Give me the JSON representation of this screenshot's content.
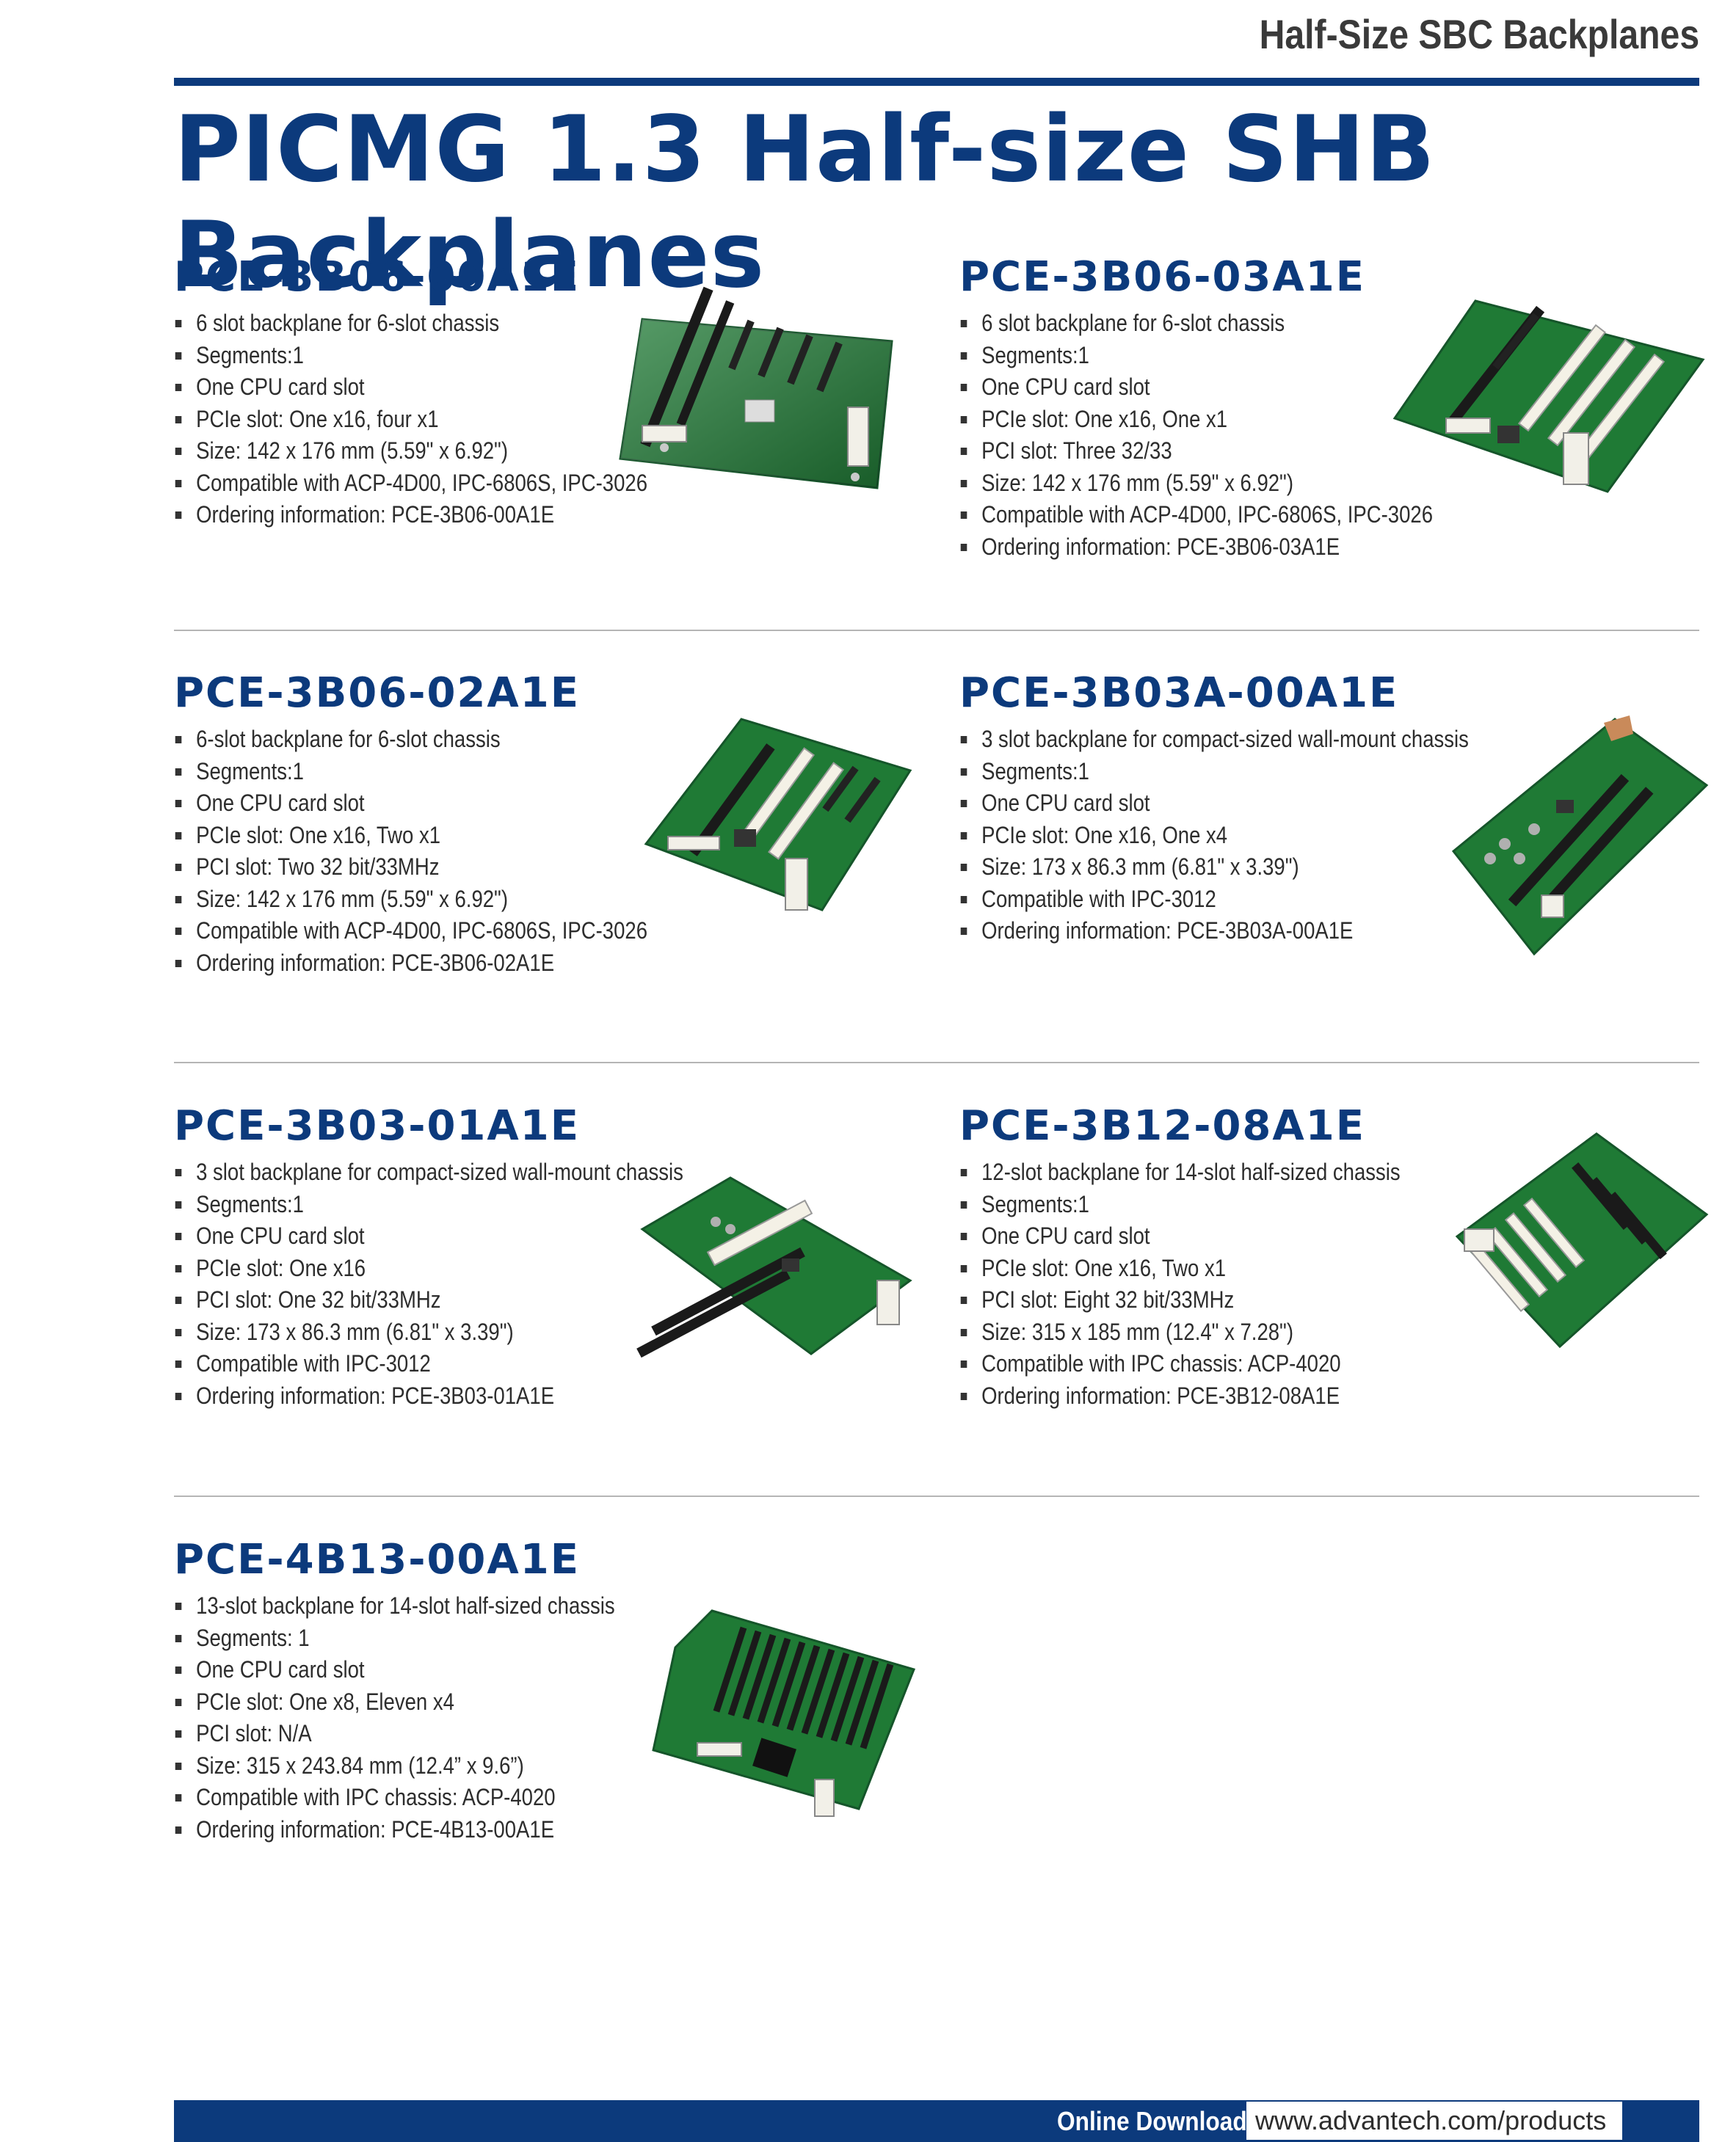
{
  "section_header": "Half-Size SBC Backplanes",
  "page_title": "PICMG 1.3 Half-size SHB Backplanes",
  "products": [
    {
      "name": "PCE-3B06-00A1E",
      "bullets": [
        "6 slot backplane for 6-slot chassis",
        "Segments:1",
        "One CPU card slot",
        "PCIe slot: One x16, four x1",
        "Size: 142 x 176 mm (5.59\" x 6.92\")",
        "Compatible with ACP-4D00, IPC-6806S, IPC-3026",
        "Ordering information: PCE-3B06-00A1E"
      ]
    },
    {
      "name": "PCE-3B06-03A1E",
      "bullets": [
        "6 slot backplane for 6-slot chassis",
        "Segments:1",
        "One CPU card slot",
        "PCIe slot: One x16, One x1",
        "PCI slot: Three 32/33",
        "Size: 142 x 176 mm (5.59\" x 6.92\")",
        "Compatible with ACP-4D00, IPC-6806S, IPC-3026",
        "Ordering information: PCE-3B06-03A1E"
      ]
    },
    {
      "name": "PCE-3B06-02A1E",
      "bullets": [
        "6-slot backplane for 6-slot chassis",
        "Segments:1",
        "One CPU card slot",
        "PCIe slot: One x16, Two x1",
        "PCI slot: Two 32 bit/33MHz",
        "Size: 142 x 176 mm (5.59\" x 6.92\")",
        "Compatible with ACP-4D00, IPC-6806S, IPC-3026",
        "Ordering information: PCE-3B06-02A1E"
      ]
    },
    {
      "name": "PCE-3B03A-00A1E",
      "bullets": [
        "3 slot backplane for compact-sized wall-mount chassis",
        "Segments:1",
        "One CPU card slot",
        "PCIe slot: One x16, One x4",
        "Size: 173 x 86.3 mm (6.81\" x 3.39\")",
        "Compatible with IPC-3012",
        "Ordering information: PCE-3B03A-00A1E"
      ]
    },
    {
      "name": "PCE-3B03-01A1E",
      "bullets": [
        "3 slot backplane for compact-sized wall-mount chassis",
        "Segments:1",
        "One CPU card slot",
        "PCIe slot: One x16",
        "PCI slot: One 32 bit/33MHz",
        "Size: 173 x 86.3 mm (6.81\" x 3.39\")",
        "Compatible with IPC-3012",
        "Ordering information: PCE-3B03-01A1E"
      ]
    },
    {
      "name": "PCE-3B12-08A1E",
      "bullets": [
        "12-slot backplane for 14-slot half-sized chassis",
        "Segments:1",
        "One CPU card slot",
        "PCIe slot: One x16, Two x1",
        "PCI slot: Eight 32 bit/33MHz",
        "Size: 315 x 185 mm (12.4\" x 7.28\")",
        "Compatible with IPC chassis: ACP-4020",
        "Ordering information: PCE-3B12-08A1E"
      ]
    },
    {
      "name": "PCE-4B13-00A1E",
      "bullets": [
        "13-slot backplane for 14-slot half-sized chassis",
        "Segments: 1",
        "One CPU card slot",
        "PCIe slot: One x8, Eleven x4",
        "PCI slot: N/A",
        "Size: 315 x 243.84 mm (12.4” x 9.6”)",
        "Compatible with IPC chassis: ACP-4020",
        "Ordering information: PCE-4B13-00A1E"
      ]
    }
  ],
  "footer": {
    "label": "Online Download",
    "url": "www.advantech.com/products"
  },
  "colors": {
    "brand_blue": "#0c3a7c",
    "pcb_green": "#1f7a35",
    "divider_gray": "#b5b5b5"
  }
}
